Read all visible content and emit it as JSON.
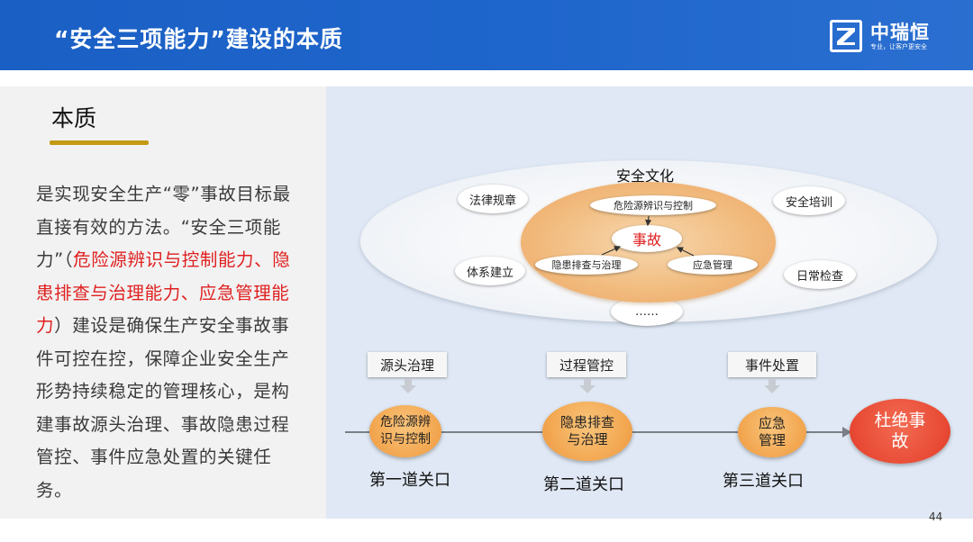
{
  "header": {
    "title": "“安全三项能力”建设的本质",
    "logo_name": "中瑞恒",
    "logo_slogan": "专业，让客户更安全"
  },
  "left": {
    "heading": "本质",
    "text_before": "是实现安全生产“零”事故目标最直接有效的方法。“安全三项能力”（",
    "text_highlight": "危险源辨识与控制能力、隐患排查与治理能力、应急管理能力",
    "text_after": "）建设是确保生产安全事故事件可控在控，保障企业安全生产形势持续稳定的管理核心，是构建事故源头治理、事故隐患过程管控、事件应急处置的关键任务。"
  },
  "diagram": {
    "culture_title": "安全文化",
    "outer_items": [
      "法律规章",
      "安全培训",
      "体系建立",
      "日常检查",
      "……"
    ],
    "inner_items": [
      "危险源辨识与控制",
      "隐患排查与治理",
      "应急管理"
    ],
    "center": "事故"
  },
  "flow": {
    "stages": [
      {
        "label": "源头治理",
        "circle": "危险源辨识与控制",
        "gate": "第一道关口"
      },
      {
        "label": "过程管控",
        "circle": "隐患排查与治理",
        "gate": "第二道关口"
      },
      {
        "label": "事件处置",
        "circle": "应急管理",
        "gate": "第三道关口"
      }
    ],
    "final": "杜绝事故"
  },
  "colors": {
    "header_blue": "#1f66cc",
    "accent_gold": "#c49a15",
    "highlight_red": "#e02020",
    "orange": "#f2a54e",
    "final_red": "#e84a35"
  },
  "page_number": "44"
}
